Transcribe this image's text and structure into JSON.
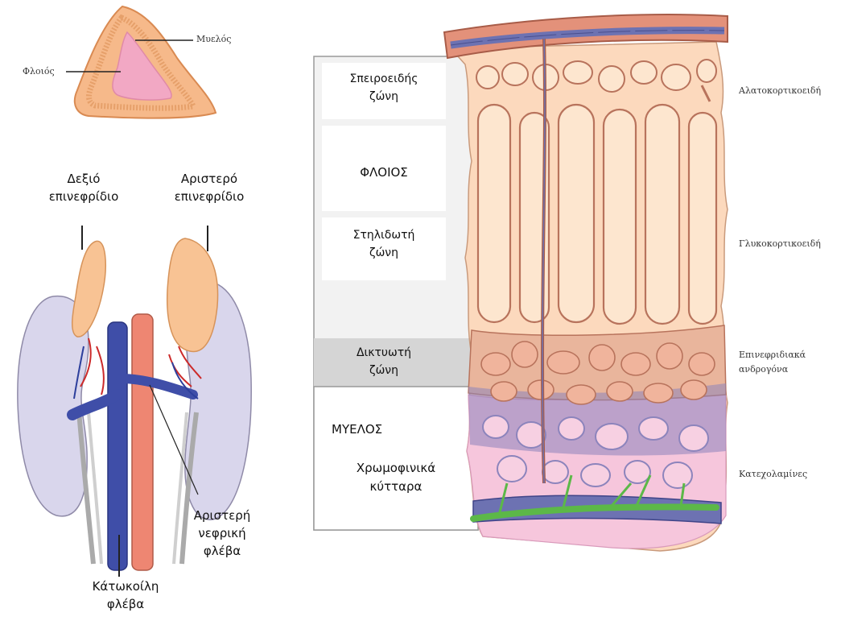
{
  "small_gland": {
    "medulla_label": "Μυελός",
    "cortex_label": "Φλοιός"
  },
  "kidneys": {
    "right_adrenal": "Δεξιό\nεπινεφρίδιο",
    "left_adrenal": "Αριστερό\nεπινεφρίδιο",
    "left_renal_vein": "Αριστερή\nνεφρική\nφλέβα",
    "inferior_vena_cava": "Κάτωκοίλη\nφλέβα"
  },
  "zones": {
    "glomerulosa": "Σπειροειδής\nζώνη",
    "cortex": "ΦΛΟΙΟΣ",
    "fasciculata": "Στηλιδωτή\nζώνη",
    "reticularis": "Δικτυωτή\nζώνη",
    "medulla": "ΜΥΕΛΟΣ",
    "chromaffin": "Χρωμοφινικά\nκύτταρα"
  },
  "hormones": {
    "mineralocorticoids": "Αλατοκορτικοειδή",
    "glucocorticoids": "Γλυκοκορτικοειδή",
    "androgens": "Επινεφριδιακά\nανδρογόνα",
    "catecholamines": "Κατεχολαμίνες"
  },
  "colors": {
    "capsule": "#e3917a",
    "cortex_fill": "#fcd9bd",
    "cell_border": "#b8735c",
    "reticular_cell": "#f0b49c",
    "medulla_bg": "#f6c6dc",
    "vessel_blue": "#6d72b2",
    "nerve_green": "#5cb848",
    "kidney": "#d9d6ec",
    "adrenal": "#f8c394",
    "vena_cava": "#3f4ea8",
    "aorta": "#ee8672"
  }
}
